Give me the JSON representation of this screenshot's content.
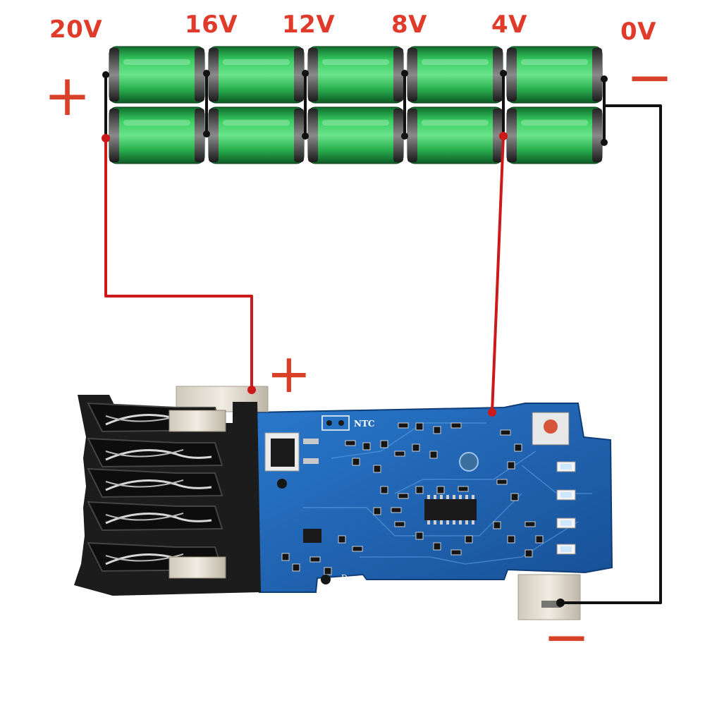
{
  "voltage_labels": [
    "20V",
    "16V",
    "12V",
    "8V",
    "4V",
    "0V"
  ],
  "polarity": {
    "pack_positive": "+",
    "pack_negative": "−",
    "board_positive": "+",
    "board_negative": "−"
  },
  "board": {
    "silkscreen_ntc": "NTC",
    "silkscreen_d": "D"
  },
  "battery": {
    "columns": 5,
    "rows": 2
  },
  "colors": {
    "label_red": "#e03a2a",
    "wire_red": "#cc1a1a",
    "wire_black": "#111111",
    "cell_green": "#2fbf56",
    "pcb_blue": "#1f63b4",
    "connector_black": "#1a1a1a"
  }
}
